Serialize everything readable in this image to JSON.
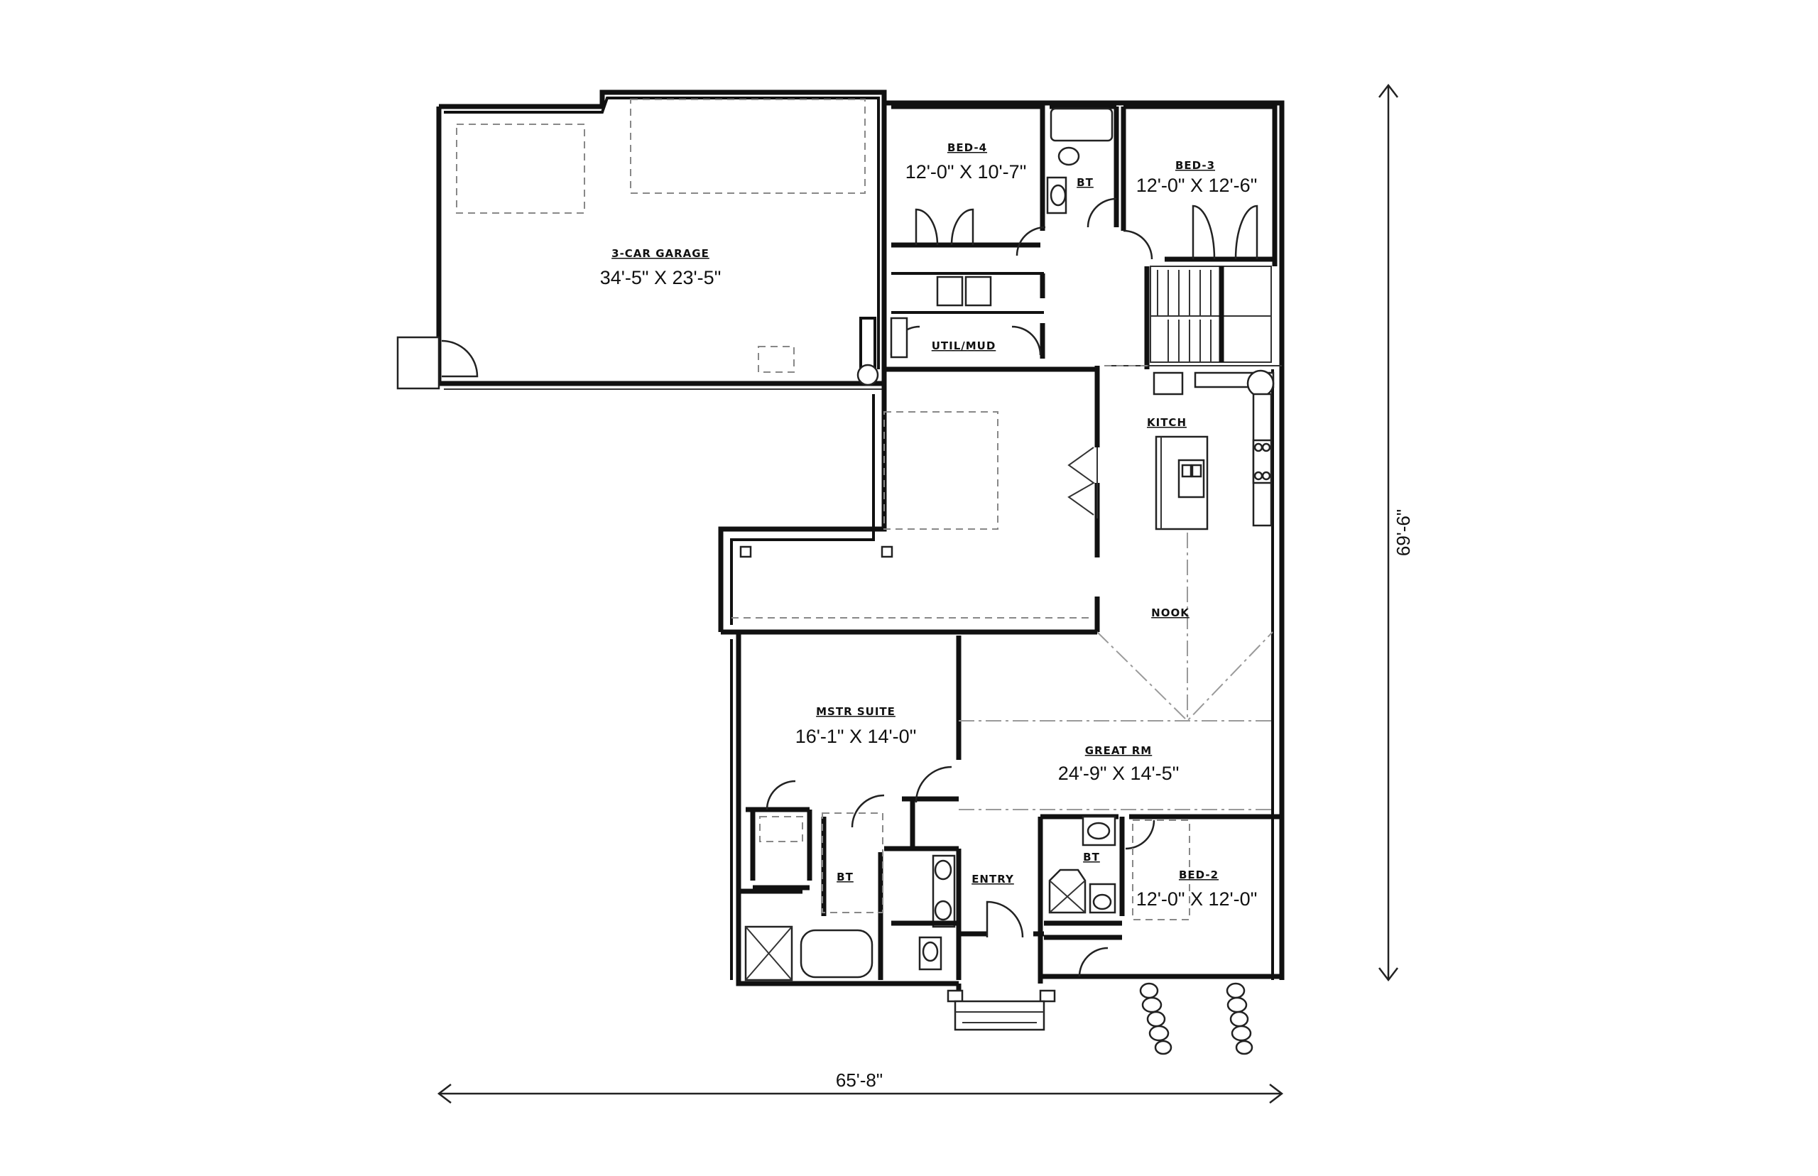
{
  "rooms": {
    "garage": {
      "name": "3-CAR GARAGE",
      "size": "34'-5\" X 23'-5\""
    },
    "bed4": {
      "name": "BED-4",
      "size": "12'-0\" X 10'-7\""
    },
    "bed3": {
      "name": "BED-3",
      "size": "12'-0\" X 12'-6\""
    },
    "bath_upper": {
      "name": "BT"
    },
    "util_mud": {
      "name": "UTIL/MUD"
    },
    "kitchen": {
      "name": "KITCH"
    },
    "nook": {
      "name": "NOOK"
    },
    "master_suite": {
      "name": "MSTR SUITE",
      "size": "16'-1\" X 14'-0\""
    },
    "great_room": {
      "name": "GREAT RM",
      "size": "24'-9\" X 14'-5\""
    },
    "master_bath": {
      "name": "BT"
    },
    "entry": {
      "name": "ENTRY"
    },
    "bath_lower": {
      "name": "BT"
    },
    "bed2": {
      "name": "BED-2",
      "size": "12'-0\" X 12'-0\""
    }
  },
  "dimensions": {
    "overall_width": "65'-8\"",
    "overall_depth": "69'-6\""
  }
}
